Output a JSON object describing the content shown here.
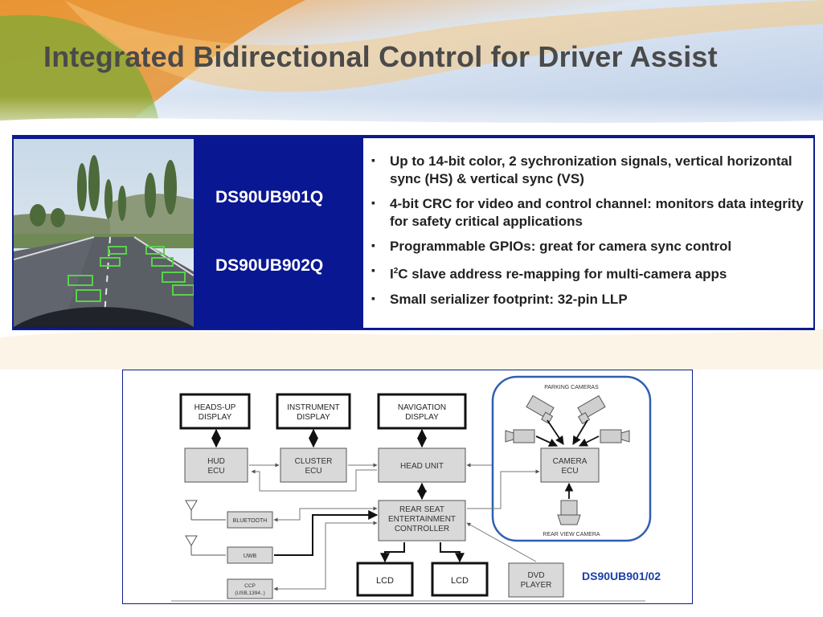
{
  "title": "Integrated Bidirectional Control for Driver Assist",
  "chips": [
    "DS90UB901Q",
    "DS90UB902Q"
  ],
  "features": [
    "Up to 14-bit color, 2 sychronization signals, vertical horizontal sync (HS) & vertical sync (VS)",
    "4-bit CRC for video and control channel: monitors data integrity for safety critical applications",
    "Programmable GPIOs: great for camera sync control",
    {
      "pre": "I",
      "sup": "2",
      "post": "C slave address re-mapping for multi-camera apps"
    },
    "Small serializer footprint: 32-pin LLP"
  ],
  "diagram": {
    "hud_display": [
      "HEADS-UP",
      "DISPLAY"
    ],
    "instrument_display": [
      "INSTRUMENT",
      "DISPLAY"
    ],
    "navigation_display": [
      "NAVIGATION",
      "DISPLAY"
    ],
    "hud_ecu": [
      "HUD",
      "ECU"
    ],
    "cluster_ecu": [
      "CLUSTER",
      "ECU"
    ],
    "head_unit": "HEAD UNIT",
    "camera_ecu": [
      "CAMERA",
      "ECU"
    ],
    "parking_cameras": "PARKING CAMERAS",
    "rear_view_camera": "REAR VIEW CAMERA",
    "rse_controller": [
      "REAR SEAT",
      "ENTERTAINMENT",
      "CONTROLLER"
    ],
    "bluetooth": "BLUETOOTH",
    "uwb": "UWB",
    "ccp": [
      "CCP",
      "(USB,1394..)"
    ],
    "lcd1": "LCD",
    "lcd2": "LCD",
    "dvd_player": [
      "DVD",
      "PLAYER"
    ],
    "chipset_label": "DS90UB901/02"
  },
  "colors": {
    "navy": "#0a1793",
    "accent_blue": "#1a3fa8",
    "title_gray": "#4a4a4a"
  },
  "icons": [
    "bullet-square-icon",
    "antenna-icon",
    "camera-icon"
  ]
}
